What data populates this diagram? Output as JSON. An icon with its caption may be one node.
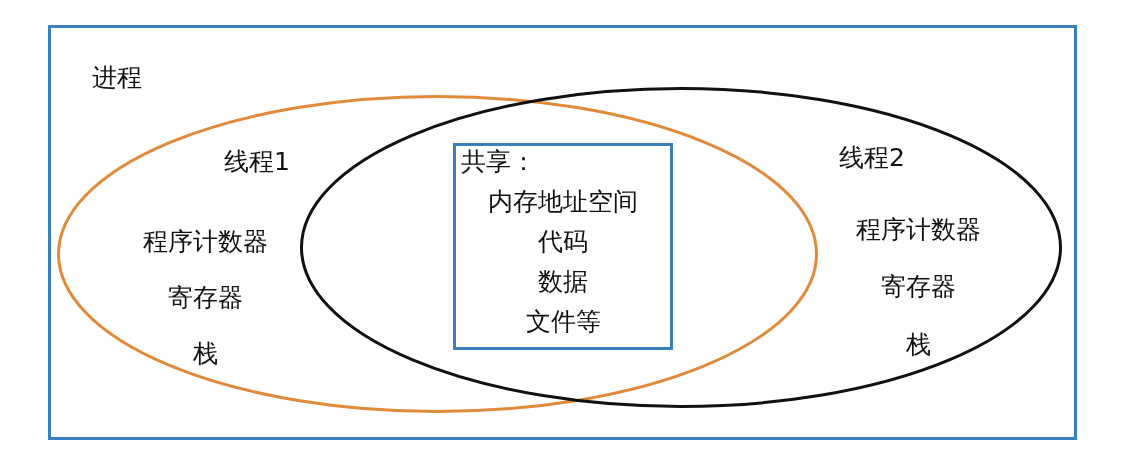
{
  "diagram": {
    "nodes": [
      {
        "text": [
          "进程"
        ]
      },
      {
        "text": [
          "线程1",
          "程序计数器",
          "寄存器",
          "栈"
        ],
        "in": 0
      },
      {
        "text": [
          "线程2",
          "程序计数器",
          "寄存器",
          "栈"
        ],
        "in": 0
      },
      {
        "text": [
          "共享：",
          "内存地址空间",
          "代码",
          "数据",
          "文件等"
        ]
      }
    ]
  }
}
